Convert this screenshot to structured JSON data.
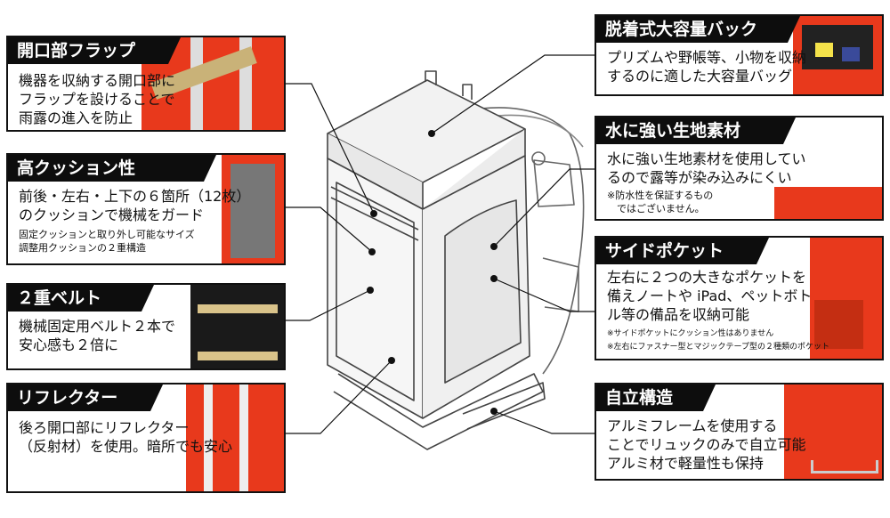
{
  "left_cards": [
    {
      "title": "開口部フラップ",
      "body": [
        "機器を収納する開口部に",
        "フラップを設けることで",
        "雨露の進入を防止"
      ]
    },
    {
      "title": "高クッション性",
      "body": [
        "前後・左右・上下の６箇所（12枚）",
        "のクッションで機械をガード"
      ],
      "notes": [
        "固定クッションと取り外し可能なサイズ",
        "調整用クッションの２重構造"
      ]
    },
    {
      "title": "２重ベルト",
      "body": [
        "機械固定用ベルト２本で",
        "安心感も２倍に"
      ]
    },
    {
      "title": "リフレクター",
      "body": [
        "後ろ開口部にリフレクター",
        "（反射材）を使用。暗所でも安心"
      ]
    }
  ],
  "right_cards": [
    {
      "title": "脱着式大容量バック",
      "body": [
        "プリズムや野帳等、小物を収納",
        "するのに適した大容量バッグ"
      ]
    },
    {
      "title": "水に強い生地素材",
      "body": [
        "水に強い生地素材を使用してい",
        "るので露等が染み込みにくい"
      ],
      "notes": [
        "※防水性を保証するもの",
        "　ではございません。"
      ]
    },
    {
      "title": "サイドポケット",
      "body": [
        "左右に２つの大きなポケットを",
        "備えノートや iPad、ペットボト",
        "ル等の備品を収納可能"
      ],
      "notes": [
        "※サイドポケットにクッション性はありません",
        "※左右にファスナー型とマジックテープ型の２種類のポケット"
      ]
    },
    {
      "title": "自立構造",
      "body": [
        "アルミフレームを使用する",
        "ことでリュックのみで自立可能",
        "アルミ材で軽量性も保持"
      ]
    }
  ]
}
